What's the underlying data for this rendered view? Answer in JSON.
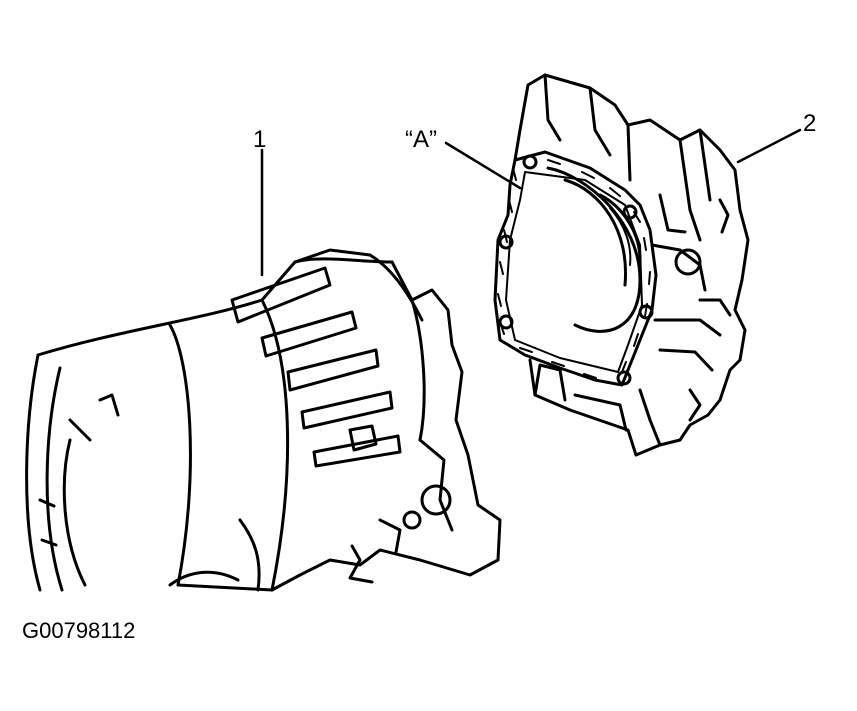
{
  "callouts": {
    "item_1": "1",
    "item_2": "2",
    "detail_a": "“A”"
  },
  "figure_code": "G00798112",
  "colors": {
    "ink": "#000000",
    "paper": "#ffffff"
  }
}
